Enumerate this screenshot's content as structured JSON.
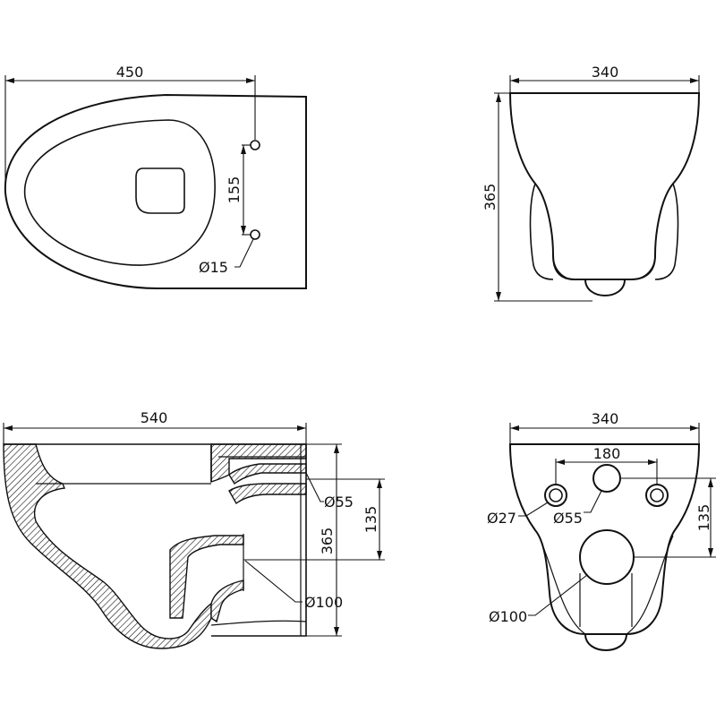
{
  "top_view": {
    "width": "450",
    "hole_spacing": "155",
    "hole_diameter": "Ø15"
  },
  "front_view": {
    "width": "340",
    "height": "365"
  },
  "section_view": {
    "length": "540",
    "height": "365",
    "inlet_height": "135",
    "inlet_diameter": "Ø55",
    "outlet_diameter": "Ø100"
  },
  "rear_view": {
    "width": "340",
    "bolt_spacing": "180",
    "inlet_height": "135",
    "bolt_diameter": "Ø27",
    "inlet_diameter": "Ø55",
    "outlet_diameter": "Ø100"
  }
}
